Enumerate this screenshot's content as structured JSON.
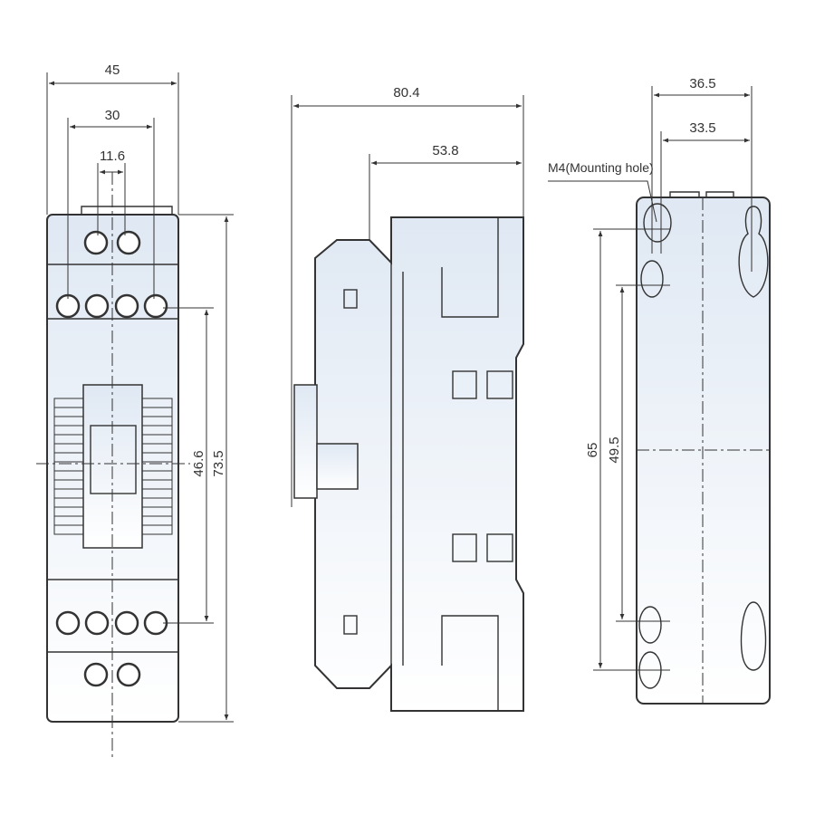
{
  "drawing": {
    "front_view": {
      "width_overall": "45",
      "terminal_pitch_outer": "30",
      "terminal_pitch_inner": "11.6",
      "height_terminals": "46.6",
      "height_overall": "73.5"
    },
    "side_view": {
      "depth_overall": "80.4",
      "depth_partial": "53.8"
    },
    "rear_view": {
      "hole_span_outer": "36.5",
      "hole_span_inner": "33.5",
      "mounting_hole_label": "M4(Mounting hole)",
      "hole_vertical_outer": "65",
      "hole_vertical_inner": "49.5"
    }
  },
  "colors": {
    "outline": "#333333",
    "fill_top": "#dfe8f3",
    "fill_bottom": "#ffffff"
  }
}
